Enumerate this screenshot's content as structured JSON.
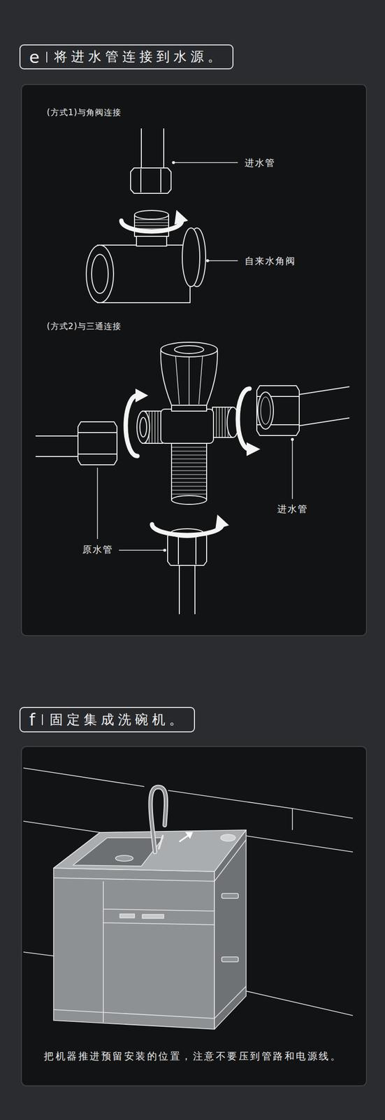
{
  "diagram": {
    "nodes": [
      {
        "text": [
          "e",
          "将进水管连接到水源。"
        ]
      },
      {
        "text": [
          "f",
          "固定集成洗碗机。"
        ]
      }
    ],
    "labels": [
      "(方式1)与角阀连接",
      "进水管",
      "自来水角阀",
      "(方式2)与三通连接",
      "进水管",
      "原水管",
      "把机器推进预留安装的位置，注意不要压到管路和电源线。"
    ]
  }
}
